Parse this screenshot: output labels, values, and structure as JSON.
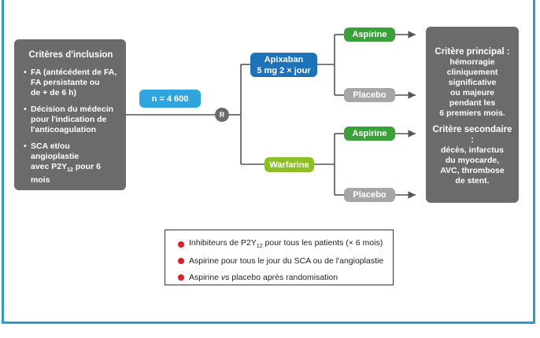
{
  "inclusion": {
    "title": "Critères d'inclusion",
    "items": [
      [
        "FA (antécédent de FA,",
        "FA persistante ou",
        "de + de 6 h)"
      ],
      [
        "Décision du médecin",
        "pour l'indication de",
        "l'anticoagulation"
      ],
      [
        "SCA et/ou angioplastie",
        "avec P2Y",
        "12",
        " pour 6 mois"
      ]
    ]
  },
  "n_label": "n = 4 600",
  "randomization": "R",
  "apixaban": {
    "line1": "Apixaban",
    "line2": "5 mg 2 × jour"
  },
  "warfarine": "Warfarine",
  "arms": {
    "aspirin_top": "Aspirine",
    "placebo_top": "Placebo",
    "aspirin_bottom": "Aspirine",
    "placebo_bottom": "Placebo"
  },
  "criteria": {
    "primary_title": "Critère principal :",
    "primary_lines": [
      "hémorragie",
      "cliniquement",
      "significative",
      "ou majeure",
      "pendant les",
      "6 premiers mois."
    ],
    "secondary_title": "Critère secondaire :",
    "secondary_lines": [
      "décès, infarctus",
      "du myocarde,",
      "AVC, thrombose",
      "de stent."
    ]
  },
  "legend": {
    "line1_a": "Inhibiteurs de P2Y",
    "line1_sub": "12",
    "line1_b": " pour tous les patients (× 6 mois)",
    "line2": "Aspirine pour tous le jour du SCA ou de l'angioplastie",
    "line3_a": "Aspirine ",
    "line3_vs": "vs",
    "line3_b": " placebo après randomisation"
  },
  "colors": {
    "frame": "#2e9ad0",
    "gray": "#6b6b6b",
    "green": "#3aa13a",
    "blue": "#1e73b8",
    "cyan": "#2ea6dd",
    "lime": "#8cbf26",
    "bullet": "#e01e25"
  }
}
